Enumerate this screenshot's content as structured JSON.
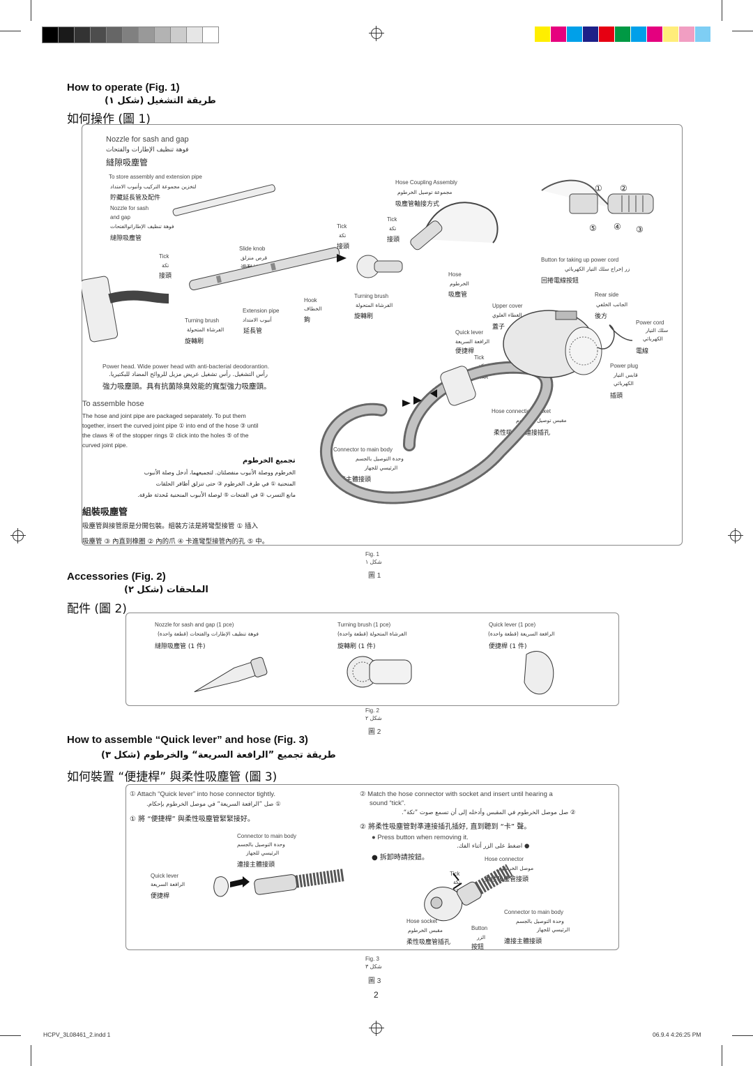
{
  "grayscale_swatches": [
    "#000000",
    "#1a1a1a",
    "#333333",
    "#4d4d4d",
    "#666666",
    "#808080",
    "#999999",
    "#b3b3b3",
    "#cccccc",
    "#e6e6e6",
    "#ffffff"
  ],
  "color_swatches": [
    "#ffee00",
    "#e6007e",
    "#00a0e9",
    "#1d2088",
    "#e60012",
    "#009944",
    "#00a0e9",
    "#e4007f",
    "#ffed7a",
    "#f19ec2",
    "#7ecef4"
  ],
  "sec1": {
    "en": "How to operate (Fig. 1)",
    "ar": "طريقة التشغيل (شكل ١)",
    "zh": "如何操作 (圖 1)"
  },
  "fig1": {
    "nozzle_en": "Nozzle for sash and gap",
    "nozzle_ar": "فوهة تنظيف الإطارات والفتحات",
    "nozzle_zh": "縫隙吸塵管",
    "store_en": "To store assembly and extension pipe",
    "store_ar": "لتخزين مجموعة التركيب وأنبوب الامتداد",
    "store_zh": "貯藏延長管及配件",
    "nozzle2_en_1": "Nozzle for sash",
    "nozzle2_en_2": "and gap",
    "nozzle2_ar": "فوهة تنظيف الإطاراتوالفتحات",
    "nozzle2_zh": "縫隙吸塵管",
    "tick": "Tick",
    "tick_ar": "تكة",
    "tick_zh": "接頭",
    "slide_en": "Slide knob",
    "slide_ar": "قرص منزلق",
    "slide_zh": "滑動按鈕",
    "hook_en": "Hook",
    "hook_ar": "الخطاف",
    "hook_zh": "鉤",
    "ext_en": "Extension pipe",
    "ext_ar": "أنبوب الامتداد",
    "ext_zh": "延長管",
    "turn_en": "Turning brush",
    "turn_ar": "الفرشاة المتحولة",
    "turn_zh": "旋轉刷",
    "hca_en": "Hose Coupling Assembly",
    "hca_ar": "مجموعة توصيل الخرطوم",
    "hca_zh": "吸塵管軸接方式",
    "hose_en": "Hose",
    "hose_ar": "الخرطوم",
    "hose_zh": "吸塵管",
    "upper_en": "Upper cover",
    "upper_ar": "الغطاء العلوي",
    "upper_zh": "蓋子",
    "quick_en": "Quick lever",
    "quick_ar": "الرافعة السريعة",
    "quick_zh": "便捷桿",
    "btn_cord_en": "Button for taking up power cord",
    "btn_cord_ar": "زر إخراج سلك التيار الكهربائي",
    "btn_cord_zh": "回捲電線按鈕",
    "rear_en": "Rear side",
    "rear_ar": "الجانب الخلفي",
    "rear_zh": "後方",
    "cord_en": "Power cord",
    "cord_ar_1": "سلك التيار",
    "cord_ar_2": "الكهربائي",
    "cord_zh": "電線",
    "plug_en": "Power plug",
    "plug_ar_1": "قابس التيار",
    "plug_ar_2": "الكهربائي",
    "plug_zh": "插頭",
    "socket_en": "Hose connection socket",
    "socket_ar": "مقبس توصيل الخرطوم",
    "socket_zh": "柔性吸塵管連接插孔",
    "conn_en": "Connector to main body",
    "conn_ar_1": "وحدة التوصيل بالجسم",
    "conn_ar_2": "الرئيسي للجهاز",
    "conn_zh": "連接主體接頭",
    "power_head_en": "Power head. Wide power head with anti-bacterial deodorantion.",
    "power_head_ar": "رأس التشغيل. رأس تشغيل عريض مزيل للروائح المضاد للبكتيريا.",
    "power_head_zh": "強力吸塵頭。具有抗菌除臭效能的寬型強力吸塵頭。",
    "assemble_title_en": "To assemble hose",
    "assemble_body_en": [
      "The hose and joint pipe are packaged separately. To put them",
      "together, insert the curved joint pipe ① into end of the hose ③ until",
      "the claws ④ of the stopper rings ② click into the holes ⑤ of the",
      "curved joint pipe."
    ],
    "assemble_title_ar": "تجميع الخرطوم",
    "assemble_body_ar": [
      "الخرطوم ووصلة الأنبوب منفصلتان. لتجميعهما، أدخل وصلة الأنبوب",
      "المنحنية ① في طرف الخرطوم ③ حتى تنزلق أظافر الحلقات",
      "مانع التسرب ② في الفتحات ⑤ لوصلة الأنبوب المنحنية مُحدثة طرقة."
    ],
    "assemble_title_zh": "組裝吸塵管",
    "assemble_body_zh": [
      "吸塵管與接管原是分開包裝。組裝方法是將彎型接管 ① 插入",
      "吸塵管 ③ 內直到橡圈 ② 內的爪 ④ 卡進彎型接管內的孔 ⑤ 中。"
    ],
    "nums": [
      "①",
      "②",
      "③",
      "④",
      "⑤"
    ],
    "cap_en": "Fig. 1",
    "cap_ar": "شكل ١",
    "cap_zh": "圖 1"
  },
  "sec2": {
    "en": "Accessories (Fig. 2)",
    "ar": "الملحقات (شكل ٢)",
    "zh": "配件 (圖 2)"
  },
  "fig2": {
    "items": [
      {
        "en": "Nozzle for sash and gap (1 pce)",
        "ar": "فوهة تنظيف الإطارات والفتحات (قطعة واحدة)",
        "zh": "縫隙吸塵管 (1 件)"
      },
      {
        "en": "Turning brush (1 pce)",
        "ar": "الفرشاة المتحولة (قطعة واحدة)",
        "zh": "旋轉刷 (1 件)"
      },
      {
        "en": "Quick lever (1 pce)",
        "ar": "الرافعة السريعة (قطعة واحدة)",
        "zh": "便捷桿 (1 件)"
      }
    ],
    "cap_en": "Fig. 2",
    "cap_ar": "شكل ٢",
    "cap_zh": "圖 2"
  },
  "sec3": {
    "en": "How to assemble “Quick lever” and hose (Fig. 3)",
    "ar": "طريقة تجميع ”الرافعة السريعة“ والخرطوم (شكل ٣)",
    "zh": "如何裝置 “便捷桿” 與柔性吸塵管 (圖 3)"
  },
  "fig3": {
    "step1_en": "① Attach “Quick lever” into hose connector tightly.",
    "step1_ar": "① صل ”الرافعة السريعة“ في موصل الخرطوم بإحكام.",
    "step1_zh": "① 將 “便捷桿” 與柔性吸塵管緊緊接好。",
    "step2_en_1": "② Match the hose connector with socket and insert until hearing a",
    "step2_en_2": "sound “tick”.",
    "step2_ar": "② صل موصل الخرطوم في المقبس وأدخله إلى أن تسمع صوت ”تكة“.",
    "step2_zh": "② 將柔性吸塵管對準連接插孔插好, 直到聽到 “卡” 聲。",
    "press_en": "● Press button when removing it.",
    "press_ar": "● اضغط على الزر أثناء الفك.",
    "press_zh": "● 拆卸時請按鈕。",
    "conn_en": "Connector to main body",
    "conn_ar_1": "وحدة التوصيل بالجسم",
    "conn_ar_2": "الرئيسي للجهاز",
    "conn_zh": "連接主體接頭",
    "quick_en": "Quick lever",
    "quick_ar": "الرافعة السريعة",
    "quick_zh": "便捷桿",
    "hosecon_en": "Hose connector",
    "hosecon_ar": "موصل الخرطوم",
    "hosecon_zh": "柔性吸塵管接頭",
    "tick_en": "Tick",
    "tick_ar": "تكة",
    "tick_zh": "接頭",
    "hsock_en": "Hose socket",
    "hsock_ar": "مقبس الخرطوم",
    "hsock_zh": "柔性吸塵管插孔",
    "button_en": "Button",
    "button_ar": "الزر",
    "button_zh": "按鈕",
    "conn2_en": "Connector to main body",
    "conn2_ar_1": "وحدة التوصيل بالجسم",
    "conn2_ar_2": "الرئيسي للجهاز",
    "conn2_zh": "連接主體接頭",
    "cap_en": "Fig. 3",
    "cap_ar": "شكل ٣",
    "cap_zh": "圖 3"
  },
  "page_number": "2",
  "footer_left": "HCPV_3L08461_2.indd   1",
  "footer_right": "06.9.4   4:26:25 PM"
}
